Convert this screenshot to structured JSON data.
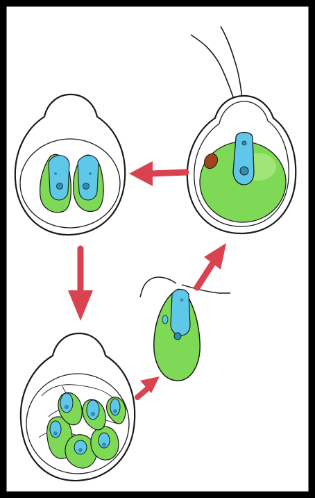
{
  "diagram": {
    "stages": [
      {
        "id": "mature-cell",
        "icon": "chlamydomonas-mature-cell-icon"
      },
      {
        "id": "two-daughter-cells",
        "icon": "two-daughter-cells-in-wall-icon"
      },
      {
        "id": "many-daughter-cells",
        "icon": "many-daughter-cells-in-wall-icon"
      },
      {
        "id": "released-zoospore",
        "icon": "free-swimming-zoospore-icon"
      }
    ],
    "arrows": [
      {
        "from": "mature-cell",
        "to": "two-daughter-cells",
        "icon": "arrow-left-icon"
      },
      {
        "from": "two-daughter-cells",
        "to": "many-daughter-cells",
        "icon": "arrow-down-icon"
      },
      {
        "from": "many-daughter-cells",
        "to": "released-zoospore",
        "icon": "arrow-up-right-icon"
      },
      {
        "from": "released-zoospore",
        "to": "mature-cell",
        "icon": "arrow-up-right-icon"
      }
    ],
    "colors": {
      "frame": "#000000",
      "background": "#ffffff",
      "outline": "#1a1a1a",
      "cytoplasm": "#7ed957",
      "cytoplasm_light": "#b8ee8a",
      "nucleus_region": "#5fc8e8",
      "nucleus": "#2e8fb5",
      "eyespot": "#a0451e",
      "arrow": "#d9424f"
    }
  }
}
